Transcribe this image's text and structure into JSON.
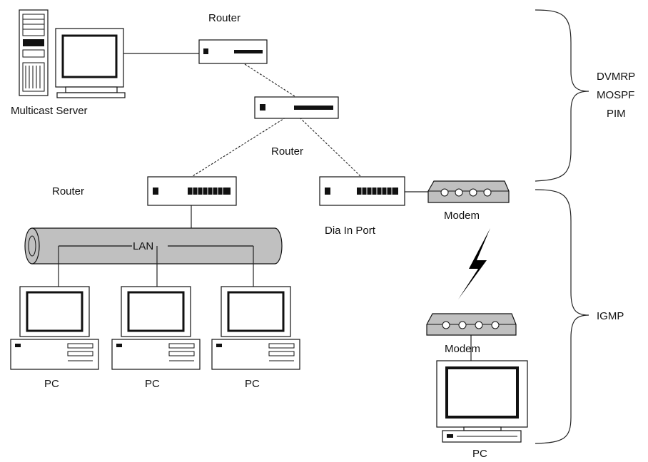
{
  "labels": {
    "multicast_server": "Multicast Server",
    "router_top": "Router",
    "router_middle": "Router",
    "router_left": "Router",
    "lan": "LAN",
    "dial_in_port": "Dia In Port",
    "modem_top": "Modem",
    "modem_bottom": "Modem",
    "pc1": "PC",
    "pc2": "PC",
    "pc3": "PC",
    "pc4": "PC"
  },
  "protocols": {
    "routing": [
      "DVMRP",
      "MOSPF",
      "PIM"
    ],
    "host": "IGMP"
  },
  "icons": [
    "server-icon",
    "router-icon",
    "modem-icon",
    "pc-icon",
    "lightning-icon",
    "brace-icon"
  ]
}
